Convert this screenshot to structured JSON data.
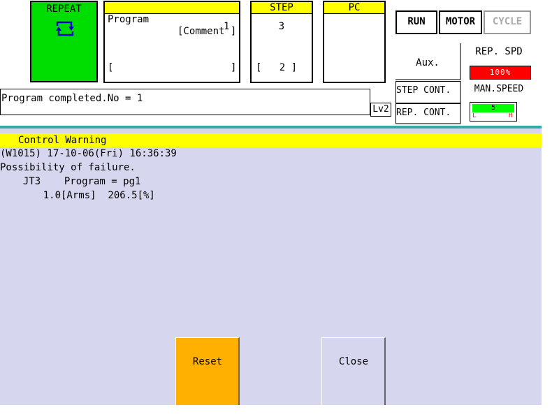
{
  "header": {
    "mode_button": {
      "label": "REPEAT",
      "icon": "repeat-icon",
      "color": "#00dd00"
    },
    "program_box": {
      "title": "Program",
      "comment_label": "[Comment ]",
      "number": "1",
      "bracket_left": "[",
      "bracket_right": "]"
    },
    "step_box": {
      "title": "STEP",
      "value": "3",
      "sub_value": "[   2 ]"
    },
    "pc_box": {
      "title": "PC",
      "value": ""
    },
    "message": "Program completed.No = 1",
    "level": "Lv2",
    "status_buttons": {
      "run": "RUN",
      "motor": "MOTOR",
      "cycle": "CYCLE"
    },
    "aux_label": "Aux.",
    "rep_speed": {
      "label": "REP. SPD",
      "value": "100%",
      "color": "#ff0000"
    },
    "step_cont": "STEP CONT.",
    "rep_cont": "REP. CONT.",
    "man_speed": {
      "label": "MAN.SPEED",
      "value": "5",
      "low": "L",
      "high": "H",
      "color": "#00ff00"
    }
  },
  "warning_panel": {
    "title": "Control Warning",
    "lines": [
      "(W1015) 17-10-06(Fri) 16:36:39",
      "Possibility of failure.",
      "  JT3    Program = pg1",
      "    1.0[Arms]  206.5[%]"
    ]
  },
  "buttons": {
    "reset": {
      "label": "Reset",
      "color": "#ffb000"
    },
    "close": {
      "label": "Close"
    }
  },
  "colors": {
    "panel_background": "#d6d6ee",
    "title_yellow": "#ffff00",
    "accent_teal": "#33aaaa"
  }
}
